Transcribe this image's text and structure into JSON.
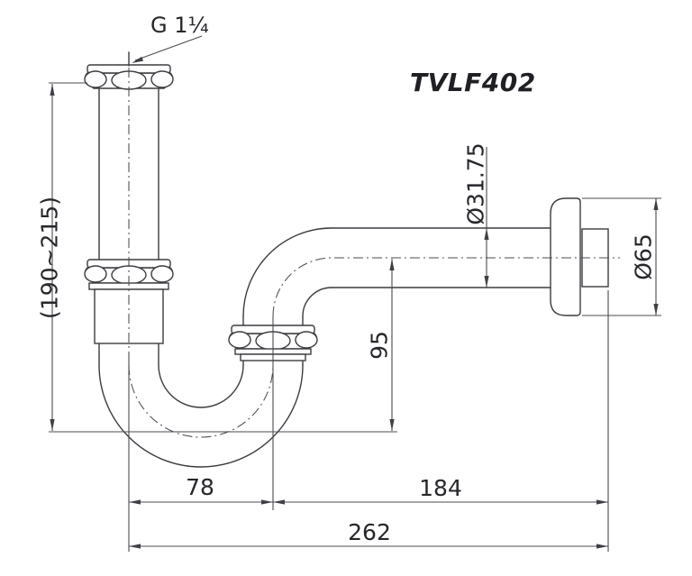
{
  "title": {
    "model": "TVLF402"
  },
  "callouts": {
    "thread_size": "G 1¼"
  },
  "dimensions": {
    "height_range": "(190~215)",
    "vertical_drop": "95",
    "pipe_diameter": "Ø31.75",
    "escutcheon_diameter": "Ø65",
    "trap_width": "78",
    "horizontal_run": "184",
    "overall_width": "262"
  },
  "colors": {
    "background": "#ffffff",
    "part_line": "#3b3b41",
    "dimension_line": "#4a4b52",
    "text": "#26262b"
  }
}
